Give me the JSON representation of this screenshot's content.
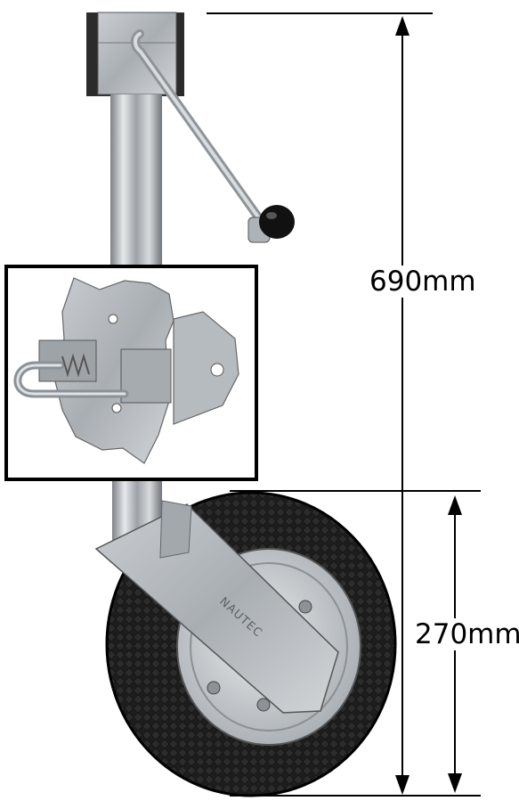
{
  "dimensions": {
    "overall_height_label": "690mm",
    "wheel_diameter_label": "270mm"
  },
  "product": {
    "brand_marking": "NAUTEC"
  },
  "colors": {
    "line": "#000000",
    "steel": "#b8bcc0",
    "tyre": "#1c1c1c",
    "rim": "#cfd3d6",
    "knob": "#111111"
  }
}
